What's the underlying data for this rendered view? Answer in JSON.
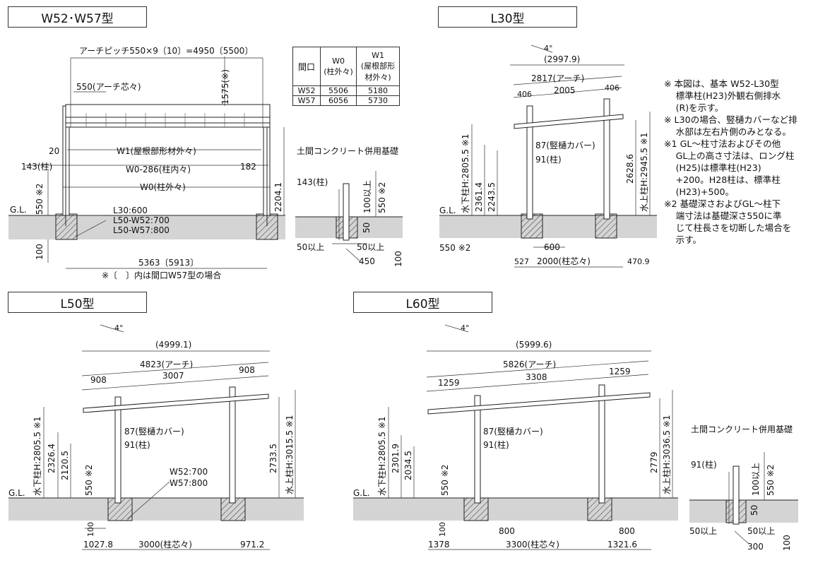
{
  "titles": {
    "w52": "W52･W57型",
    "l30": "L30型",
    "l50": "L50型",
    "l60": "L60型"
  },
  "table": {
    "h_maguchi": "間口",
    "h_w0": "W0",
    "h_w0_sub": "(柱外々)",
    "h_w1": "W1",
    "h_w1_sub": "(屋根部形",
    "h_w1_sub2": "材外々)",
    "rows": [
      {
        "m": "W52",
        "w0": "5506",
        "w1": "5180"
      },
      {
        "m": "W57",
        "w0": "6056",
        "w1": "5730"
      }
    ]
  },
  "w52": {
    "pitch": "アーチピッチ550×9〔10〕=4950〔5500〕",
    "arch": "550(アーチ芯々)",
    "h1575": "1575(※)",
    "d20": "20",
    "w1": "W1(屋根部形材外々)",
    "d143": "143(柱)",
    "w0in": "W0-286(柱内々)",
    "d182": "182",
    "w0": "W0(柱外々)",
    "h2204": "2204.1",
    "h550": "550 ※2",
    "gl": "G.L.",
    "l30": "L30:600",
    "l50a": "L50-W52:700",
    "l50b": "L50-W57:800",
    "d100": "100",
    "w5363": "5363〔5913〕",
    "note": "※〔　〕内は間口W57型の場合"
  },
  "found": {
    "title": "土間コンクリート併用基礎",
    "d143": "143(柱)",
    "d100": "100以上",
    "d550": "550 ※2",
    "d50": "50",
    "d50a": "50以上",
    "d50b": "50以上",
    "d450": "450",
    "d100b": "100"
  },
  "l30": {
    "angle": "4°",
    "total": "(2997.9)",
    "arch": "2817(アーチ)",
    "a406": "406",
    "a2005": "2005",
    "b406": "406",
    "d87": "87(竪樋カバー)",
    "d91": "91(柱)",
    "h2805": "水下柱H:2805.5 ※1",
    "h2361": "2361.4",
    "h2243": "2243.5",
    "h2628": "2628.6",
    "h2945": "水上柱H:2945.5 ※1",
    "gl": "G.L.",
    "d550": "550 ※2",
    "d600": "600",
    "d527": "527",
    "d2000": "2000(柱芯々)",
    "d470": "470.9"
  },
  "l50": {
    "angle": "4°",
    "total": "(4999.1)",
    "arch": "4823(アーチ)",
    "a908": "908",
    "a3007": "3007",
    "b908": "908",
    "d87": "87(竪樋カバー)",
    "d91": "91(柱)",
    "h2805": "水下柱H:2805.5 ※1",
    "h2326": "2326.4",
    "h2120": "2120.5",
    "d550": "550 ※2",
    "w52": "W52:700",
    "w57": "W57:800",
    "h2733": "2733.5",
    "h3015": "水上柱H:3015.5 ※1",
    "gl": "G.L.",
    "d100": "100",
    "d1027": "1027.8",
    "d3000": "3000(柱芯々)",
    "d971": "971.2"
  },
  "l60": {
    "angle": "4°",
    "total": "(5999.6)",
    "arch": "5826(アーチ)",
    "a1259": "1259",
    "a3308": "3308",
    "b1259": "1259",
    "d87": "87(竪樋カバー)",
    "d91": "91(柱)",
    "h2805": "水下柱H:2805.5 ※1",
    "h2301": "2301.9",
    "h2034": "2034.5",
    "d550": "550 ※2",
    "d800a": "800",
    "d800b": "800",
    "h2779": "2779",
    "h3036": "水上柱H:3036.5 ※1",
    "gl": "G.L.",
    "d100": "100",
    "d1378": "1378",
    "d3300": "3300(柱芯々)",
    "d1321": "1321.6"
  },
  "found2": {
    "title": "土間コンクリート併用基礎",
    "d91": "91(柱)",
    "d100": "100以上",
    "d550": "550 ※2",
    "d50": "50",
    "d50a": "50以上",
    "d50b": "50以上",
    "d300": "300",
    "d100b": "100"
  },
  "notes": [
    "※ 本図は、基本 W52-L30型",
    "　 標準柱(H23)外観右側排水",
    "　 (R)を示す。",
    "※ L30の場合、竪樋カバーなど排",
    "　 水部は左右片側のみとなる。",
    "※1 GL～柱寸法およびその他",
    "　 GL上の高さ寸法は、ロング柱",
    "　 (H25)は標準柱(H23)",
    "　 +200。H28柱は、標準柱",
    "　 (H23)+500。",
    "※2 基礎深さおよびGL～柱下",
    "　 端寸法は基礎深さ550に準",
    "　 じて柱長さを切断した場合を",
    "　 示す。"
  ],
  "colors": {
    "ground": "#d4d4d4",
    "footing": "#ffffff"
  }
}
